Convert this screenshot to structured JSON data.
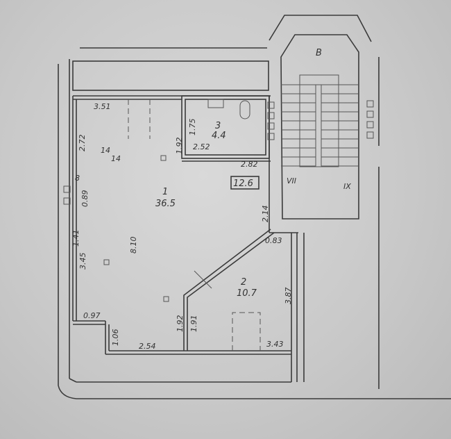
{
  "rooms": {
    "room1": {
      "number": "1",
      "area": "36.5"
    },
    "room2": {
      "number": "2",
      "area": "10.7"
    },
    "room3": {
      "number": "3",
      "area": "4.4"
    },
    "room14": {
      "number": "14",
      "area": "14"
    }
  },
  "total_area": "12.6",
  "stair_labels": {
    "top": "B",
    "left": "VII",
    "right": "IX"
  },
  "dimensions": {
    "d351": "3.51",
    "d272": "2.72",
    "d089": "0.89",
    "d141": "1.41",
    "d345": "3.45",
    "d810": "8.10",
    "d192a": "1.92",
    "d175": "1.75",
    "d252": "2.52",
    "d282": "2.82",
    "d214": "2.14",
    "d083": "0.83",
    "d387": "3.87",
    "d192b": "1.92",
    "d191": "1.91",
    "d097": "0.97",
    "d106": "1.06",
    "d254": "2.54",
    "d343": "3.43",
    "d8": "8"
  }
}
